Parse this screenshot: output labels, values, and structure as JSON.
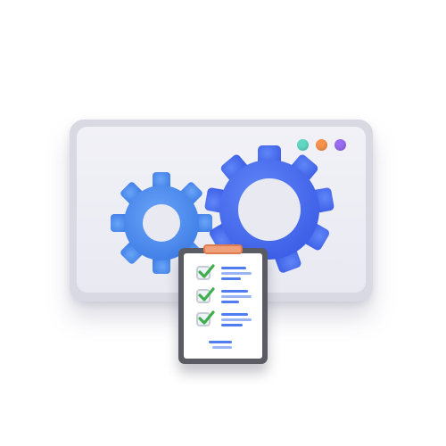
{
  "illustration": {
    "window": {
      "control_dots": [
        {
          "name": "teal-dot",
          "color": "#5fd9c4"
        },
        {
          "name": "orange-dot",
          "color": "#f7934a"
        },
        {
          "name": "purple-dot",
          "color": "#9a6cf0"
        }
      ]
    },
    "gears": {
      "small_gear_color": "#4f8ef0",
      "large_gear_color": "#4a6cf0"
    },
    "clipboard": {
      "clip_color": "#f0a078",
      "checklist": [
        {
          "checked": true
        },
        {
          "checked": true
        },
        {
          "checked": true
        }
      ],
      "check_color": "#3fae4e",
      "line_color": "#4f7cf0"
    }
  }
}
